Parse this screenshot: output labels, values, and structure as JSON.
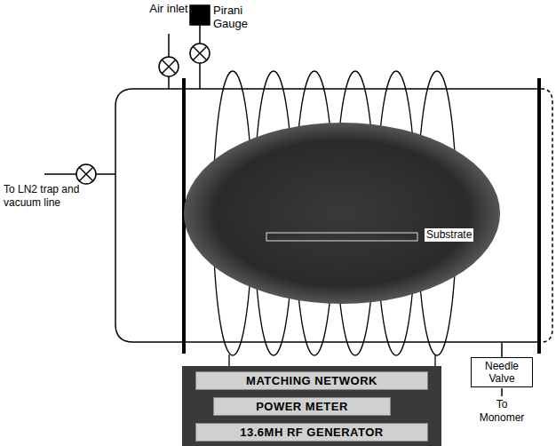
{
  "diagram": {
    "nodes": [
      {
        "text": [
          "MATCHING NETWORK"
        ]
      },
      {
        "text": [
          "POWER METER"
        ]
      },
      {
        "text": [
          "13.6MH RF GENERATOR"
        ]
      },
      {
        "text": [
          "Needle Valve"
        ]
      }
    ],
    "labels": [
      "Air inlet",
      "Pirani Gauge",
      "To LN2 trap and vacuum line",
      "Substrate",
      "To Monomer"
    ]
  }
}
